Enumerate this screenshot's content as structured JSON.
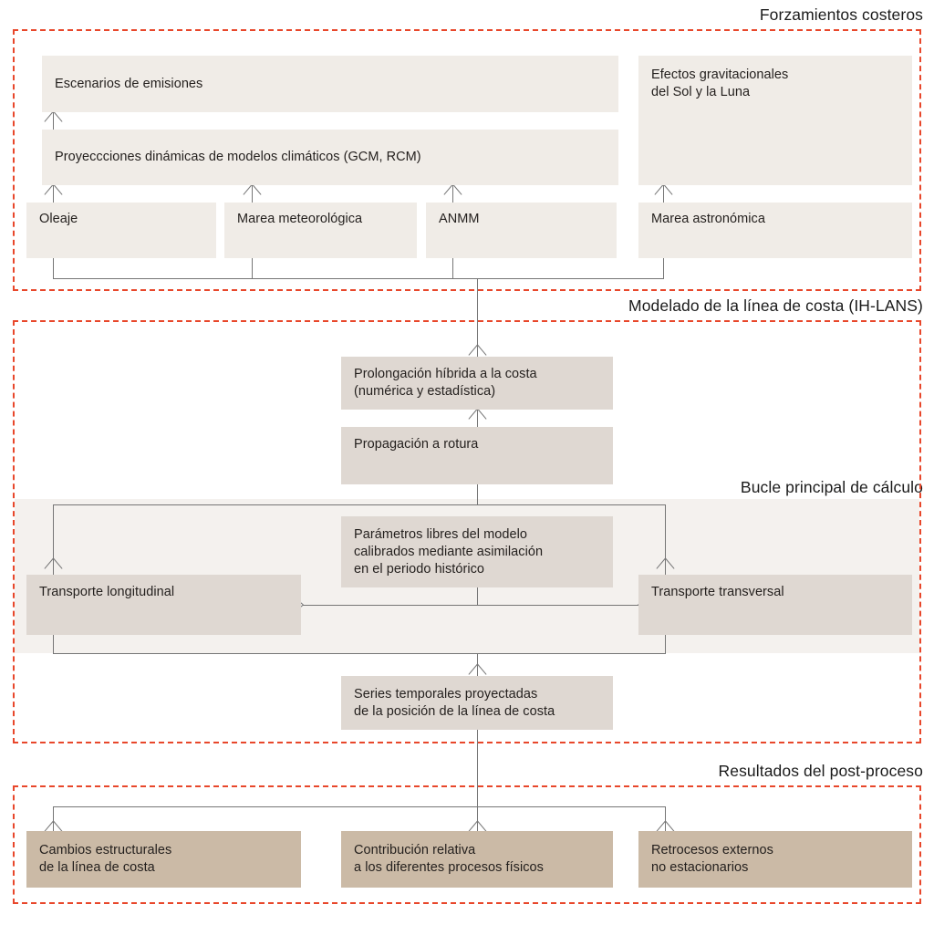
{
  "diagram": {
    "title_hidden": "",
    "accent_color": "#e8472b",
    "tone_light": "#f0ece7",
    "tone_mid": "#dfd8d2",
    "tone_dark": "#cbbaa6",
    "band_color": "#f4f1ee",
    "connector_color": "#767676"
  },
  "sections": [
    {
      "id": "forcings",
      "title": "Forzamientos costeros"
    },
    {
      "id": "modeling",
      "title": "Modelado de la línea de costa (IH-LANS)"
    },
    {
      "id": "loop",
      "title": "Bucle principal de cálculo"
    },
    {
      "id": "postprocess",
      "title": "Resultados del post-proceso"
    }
  ],
  "nodes": {
    "emissions": "Escenarios de emisiones",
    "gravitational": "Efectos gravitacionales\ndel Sol y la Luna",
    "projections": "Proyeccciones dinámicas de modelos climáticos (GCM, RCM)",
    "waves": "Oleaje",
    "storm_surge": "Marea meteorológica",
    "anmm": "ANMM",
    "astro_tide": "Marea astronómica",
    "hybrid": "Prolongación híbrida a la costa\n(numérica y estadística)",
    "breaking": "Propagación a rotura",
    "free_params": "Parámetros libres del modelo\ncalibrados mediante asimilación\nen el periodo histórico",
    "long_transport": "Transporte longitudinal",
    "cross_transport": "Transporte transversal",
    "timeseries": "Series temporales proyectadas\nde la posición de la línea de costa",
    "structural": "Cambios estructurales\nde la línea de costa",
    "contribution": "Contribución relativa\na los diferentes procesos físicos",
    "retreat": "Retrocesos externos\nno estacionarios"
  }
}
